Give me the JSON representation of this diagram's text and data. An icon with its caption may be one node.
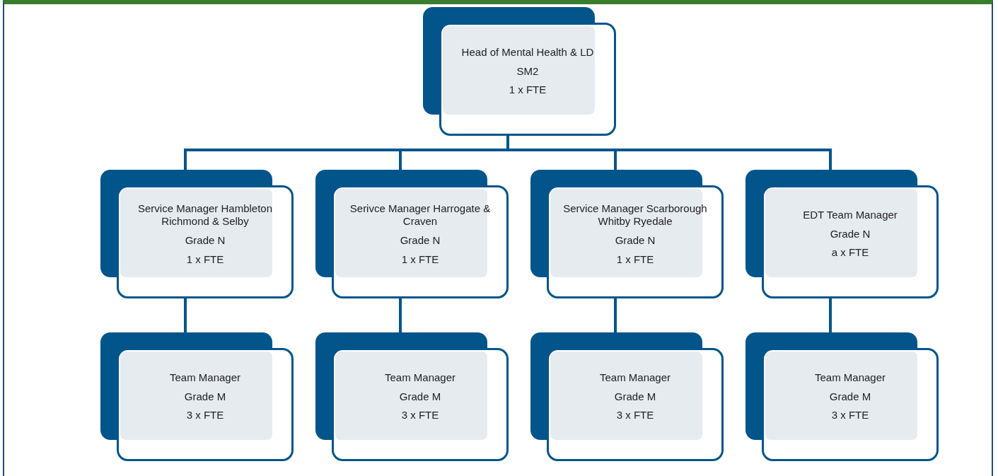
{
  "diagram": {
    "nodes": [
      {
        "text": [
          "Head of Mental Health & LD",
          "SM2",
          "1 x FTE"
        ]
      },
      {
        "text": [
          "Service Manager Hambleton Richmond & Selby",
          "Grade N",
          "1 x FTE"
        ]
      },
      {
        "text": [
          "Serivce Manager Harrogate & Craven",
          "Grade N",
          "1 x FTE"
        ]
      },
      {
        "text": [
          "Service Manager Scarborough Whitby Ryedale",
          "Grade N",
          "1 x FTE"
        ]
      },
      {
        "text": [
          "EDT Team Manager",
          "Grade N",
          "a x FTE"
        ]
      },
      {
        "text": [
          "Team Manager",
          "Grade M",
          "3 x FTE"
        ]
      },
      {
        "text": [
          "Team Manager",
          "Grade M",
          "3 x FTE"
        ]
      },
      {
        "text": [
          "Team Manager",
          "Grade M",
          "3 x FTE"
        ]
      },
      {
        "text": [
          "Team Manager",
          "Grade M",
          "3 x FTE"
        ]
      }
    ],
    "edges": [
      {
        "from": 0,
        "to": 1,
        "arrow": "none"
      },
      {
        "from": 0,
        "to": 2,
        "arrow": "none"
      },
      {
        "from": 0,
        "to": 3,
        "arrow": "none"
      },
      {
        "from": 0,
        "to": 4,
        "arrow": "none"
      },
      {
        "from": 1,
        "to": 5,
        "arrow": "none"
      },
      {
        "from": 2,
        "to": 6,
        "arrow": "none"
      },
      {
        "from": 3,
        "to": 7,
        "arrow": "none"
      },
      {
        "from": 4,
        "to": 8,
        "arrow": "none"
      }
    ]
  }
}
